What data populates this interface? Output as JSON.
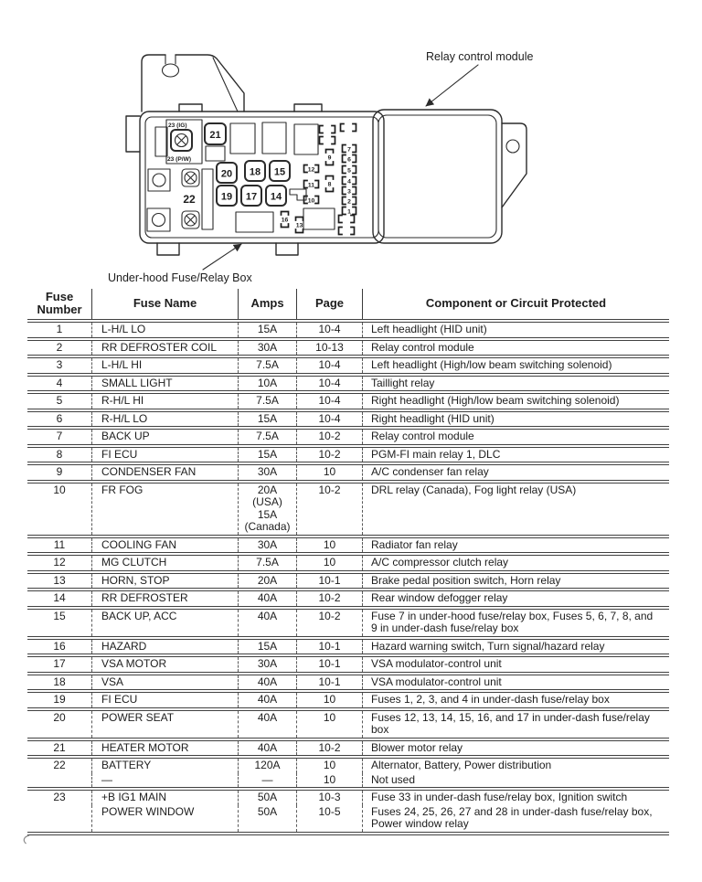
{
  "colors": {
    "ink": "#1d1d1d",
    "table_line": "#414141"
  },
  "diagram": {
    "relay_module_label": "Relay control module",
    "box_label": "Under-hood Fuse/Relay Box",
    "bolt23": {
      "top": "23 (IG)",
      "bottom": "23 (P/W)"
    },
    "label22": "22",
    "sq": {
      "f21": "21",
      "f20": "20",
      "f18": "18",
      "f15": "15",
      "f19": "19",
      "f17": "17",
      "f14": "14"
    },
    "br": {
      "f12": "12",
      "f11": "11",
      "f10": "10",
      "f9": "9",
      "f8": "8",
      "f16": "16",
      "f13": "13",
      "f7": "7",
      "f6": "6",
      "f5": "5",
      "f4": "4",
      "f3": "3",
      "f2": "2",
      "f1": "1"
    }
  },
  "table": {
    "header": {
      "num": [
        "Fuse",
        "Number"
      ],
      "name": "Fuse Name",
      "amps": "Amps",
      "page": "Page",
      "comp": "Component or Circuit Protected"
    },
    "rows": [
      {
        "sep": true,
        "num": "1",
        "name": "L-H/L LO",
        "amps": "15A",
        "page": "10-4",
        "comp": "Left headlight (HID unit)"
      },
      {
        "sep": true,
        "num": "2",
        "name": "RR DEFROSTER COIL",
        "amps": "30A",
        "page": "10-13",
        "comp": "Relay control module"
      },
      {
        "sep": true,
        "num": "3",
        "name": "L-H/L HI",
        "amps": "7.5A",
        "page": "10-4",
        "comp": "Left headlight (High/low beam switching solenoid)"
      },
      {
        "sep": true,
        "num": "4",
        "name": "SMALL LIGHT",
        "amps": "10A",
        "page": "10-4",
        "comp": "Taillight relay"
      },
      {
        "sep": true,
        "num": "5",
        "name": "R-H/L HI",
        "amps": "7.5A",
        "page": "10-4",
        "comp": "Right headlight (High/low beam switching solenoid)"
      },
      {
        "sep": true,
        "num": "6",
        "name": "R-H/L LO",
        "amps": "15A",
        "page": "10-4",
        "comp": "Right headlight (HID unit)"
      },
      {
        "sep": true,
        "num": "7",
        "name": "BACK UP",
        "amps": "7.5A",
        "page": "10-2",
        "comp": "Relay control module"
      },
      {
        "sep": true,
        "num": "8",
        "name": "FI ECU",
        "amps": "15A",
        "page": "10-2",
        "comp": "PGM-FI main relay 1, DLC"
      },
      {
        "sep": true,
        "num": "9",
        "name": "CONDENSER FAN",
        "amps": "30A",
        "page": "10",
        "comp": "A/C condenser fan relay"
      },
      {
        "sep": true,
        "num": "10",
        "name": "FR FOG",
        "amps": [
          "20A",
          "(USA)",
          "15A",
          "(Canada)"
        ],
        "page": "10-2",
        "comp": "DRL relay (Canada), Fog light relay (USA)"
      },
      {
        "sep": true,
        "num": "11",
        "name": "COOLING FAN",
        "amps": "30A",
        "page": "10",
        "comp": "Radiator fan relay"
      },
      {
        "sep": true,
        "num": "12",
        "name": "MG CLUTCH",
        "amps": "7.5A",
        "page": "10",
        "comp": "A/C compressor clutch relay"
      },
      {
        "sep": true,
        "num": "13",
        "name": "HORN, STOP",
        "amps": "20A",
        "page": "10-1",
        "comp": "Brake pedal position switch, Horn relay"
      },
      {
        "sep": true,
        "num": "14",
        "name": "RR DEFROSTER",
        "amps": "40A",
        "page": "10-2",
        "comp": "Rear window defogger relay"
      },
      {
        "sep": true,
        "num": "15",
        "name": "BACK UP, ACC",
        "amps": "40A",
        "page": "10-2",
        "comp": [
          "Fuse 7 in under-hood fuse/relay box, Fuses 5, 6, 7, 8, and",
          "9 in under-dash fuse/relay box"
        ]
      },
      {
        "sep": true,
        "num": "16",
        "name": "HAZARD",
        "amps": "15A",
        "page": "10-1",
        "comp": "Hazard warning switch, Turn signal/hazard relay"
      },
      {
        "sep": true,
        "num": "17",
        "name": "VSA MOTOR",
        "amps": "30A",
        "page": "10-1",
        "comp": "VSA modulator-control unit"
      },
      {
        "sep": true,
        "num": "18",
        "name": "VSA",
        "amps": "40A",
        "page": "10-1",
        "comp": "VSA modulator-control unit"
      },
      {
        "sep": true,
        "num": "19",
        "name": "FI ECU",
        "amps": "40A",
        "page": "10",
        "comp": "Fuses 1, 2, 3, and 4 in under-dash fuse/relay box"
      },
      {
        "sep": true,
        "num": "20",
        "name": "POWER SEAT",
        "amps": "40A",
        "page": "10",
        "comp": [
          "Fuses 12, 13, 14, 15, 16, and 17 in under-dash fuse/relay",
          "box"
        ]
      },
      {
        "sep": true,
        "num": "21",
        "name": "HEATER MOTOR",
        "amps": "40A",
        "page": "10-2",
        "comp": "Blower motor relay"
      },
      {
        "sep": true,
        "num": "22",
        "name": "BATTERY",
        "amps": "120A",
        "page": "10",
        "comp": "Alternator, Battery, Power distribution"
      },
      {
        "sep": false,
        "num": "",
        "name": "—",
        "amps": "—",
        "page": "10",
        "comp": "Not used"
      },
      {
        "sep": true,
        "num": "23",
        "name": "+B IG1 MAIN",
        "amps": "50A",
        "page": "10-3",
        "comp": "Fuse 33 in under-dash fuse/relay box, Ignition switch"
      },
      {
        "sep": false,
        "num": "",
        "name": "POWER WINDOW",
        "amps": "50A",
        "page": "10-5",
        "comp": [
          "Fuses 24, 25, 26, 27 and 28 in under-dash fuse/relay box,",
          "Power window relay"
        ]
      }
    ]
  }
}
